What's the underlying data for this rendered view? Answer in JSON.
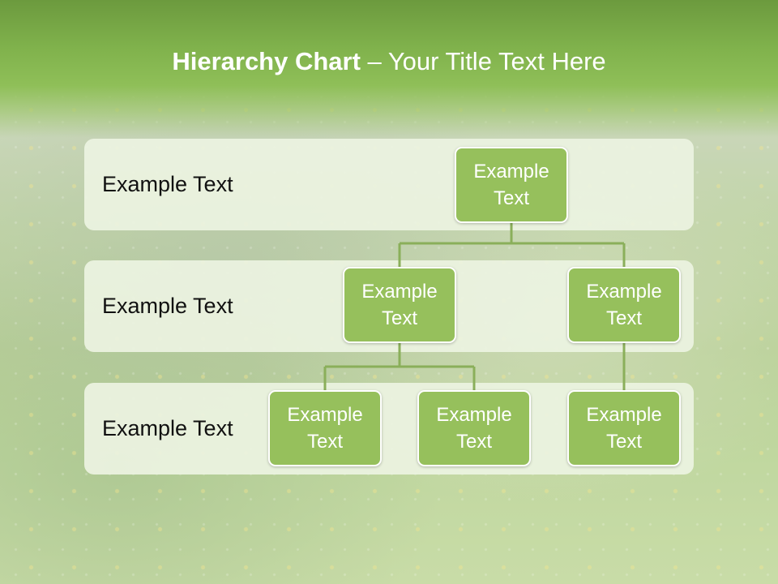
{
  "title": {
    "bold": "Hierarchy Chart",
    "dash": " – ",
    "rest": "Your Title Text Here"
  },
  "rows": [
    {
      "label": "Example Text"
    },
    {
      "label": "Example Text"
    },
    {
      "label": "Example Text"
    }
  ],
  "nodes": {
    "root": "Example\nText",
    "level2_left": "Example\nText",
    "level2_right": "Example\nText",
    "level3_a": "Example\nText",
    "level3_b": "Example\nText",
    "level3_c": "Example\nText"
  },
  "colors": {
    "header": "#80b24c",
    "node_fill": "#96c05c",
    "connector": "#8aaf5a",
    "row_band": "#ecf3e1"
  }
}
